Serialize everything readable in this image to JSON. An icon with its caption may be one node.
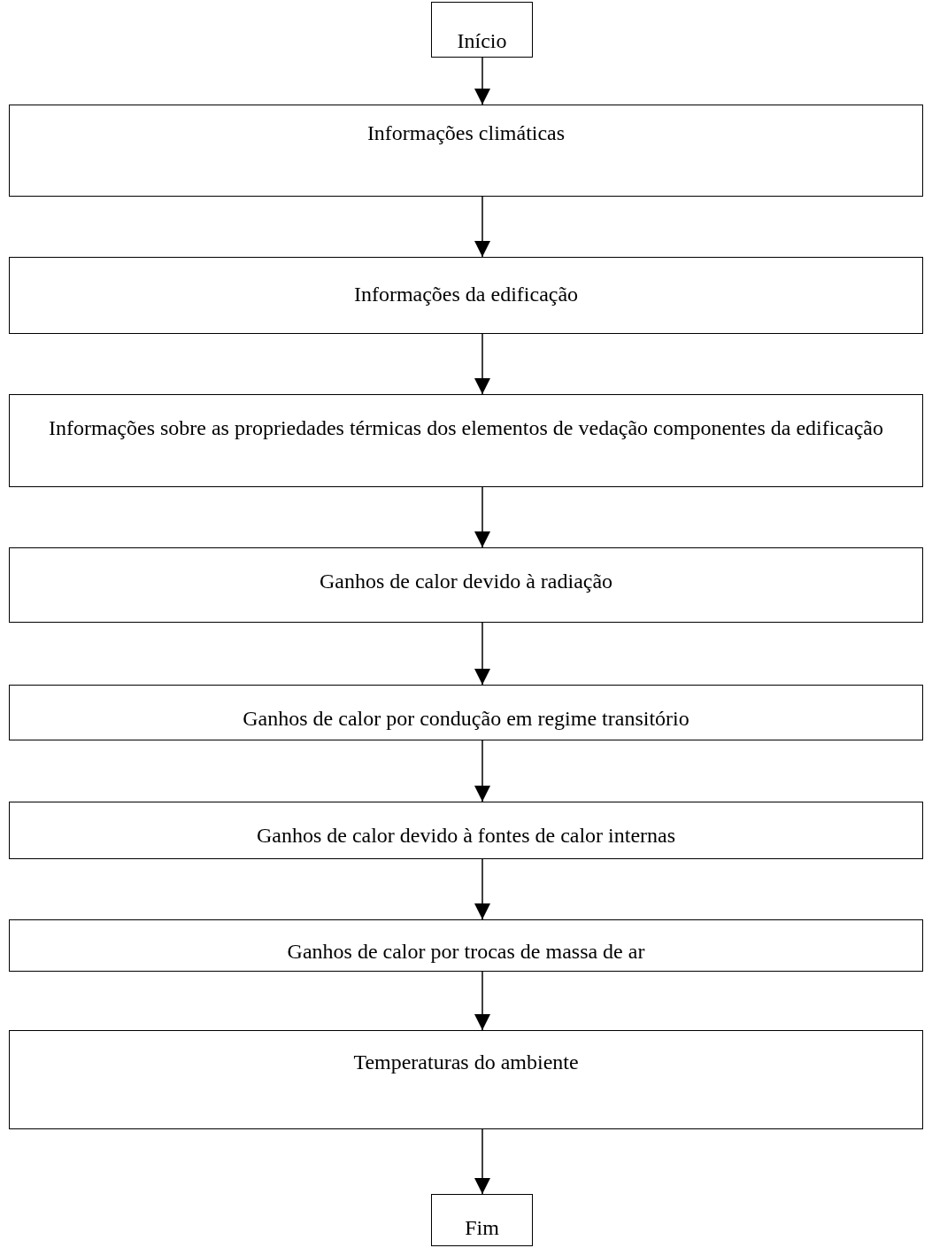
{
  "diagram": {
    "nodes": [
      {
        "text": [
          "Início"
        ]
      },
      {
        "text": [
          "Informações climáticas"
        ]
      },
      {
        "text": [
          "Informações da edificação"
        ]
      },
      {
        "text": [
          "Informações sobre as propriedades térmicas dos elementos de vedação componentes da edificação"
        ]
      },
      {
        "text": [
          "Ganhos de calor devido à radiação"
        ]
      },
      {
        "text": [
          "Ganhos de calor por condução em regime transitório"
        ]
      },
      {
        "text": [
          "Ganhos de calor devido à fontes de calor internas"
        ]
      },
      {
        "text": [
          "Ganhos de calor por trocas de massa de ar"
        ]
      },
      {
        "text": [
          "Temperaturas do ambiente"
        ]
      },
      {
        "text": [
          "Fim"
        ]
      }
    ],
    "edges": [
      {
        "from": 0,
        "to": 1,
        "arrow": "to"
      },
      {
        "from": 1,
        "to": 2,
        "arrow": "to"
      },
      {
        "from": 2,
        "to": 3,
        "arrow": "to"
      },
      {
        "from": 3,
        "to": 4,
        "arrow": "to"
      },
      {
        "from": 4,
        "to": 5,
        "arrow": "to"
      },
      {
        "from": 5,
        "to": 6,
        "arrow": "to"
      },
      {
        "from": 6,
        "to": 7,
        "arrow": "to"
      },
      {
        "from": 7,
        "to": 8,
        "arrow": "to"
      },
      {
        "from": 8,
        "to": 9,
        "arrow": "to"
      }
    ]
  }
}
